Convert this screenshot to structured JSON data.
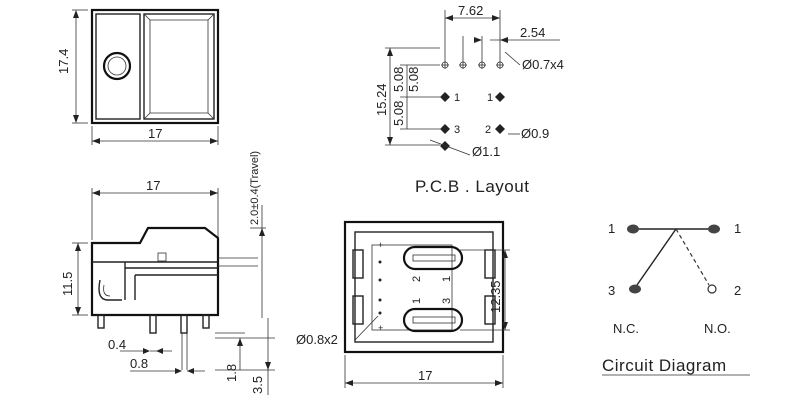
{
  "top_view": {
    "dim_height": "17.4",
    "dim_width": "17"
  },
  "side_view": {
    "dim_width": "17",
    "dim_height": "11.5",
    "dim_travel": "2.0±0.4(Travel)",
    "dim_04": "0.4",
    "dim_08": "0.8",
    "dim_18": "1.8",
    "dim_35": "3.5"
  },
  "pcb_layout": {
    "title": "P.C.B . Layout",
    "dim_762": "7.62",
    "dim_254": "2.54",
    "dim_hole4": "Ø0.7x4",
    "dim_1524": "15.24",
    "dim_508a": "5.08",
    "dim_508b": "5.08",
    "dim_508c": "5.08",
    "dim_09": "Ø0.9",
    "dim_11": "Ø1.1",
    "pin1": "1",
    "pin1b": "1",
    "pin3": "3",
    "pin2": "2"
  },
  "bottom_view": {
    "dim_holes": "Ø0.8x2",
    "dim_width": "17",
    "dim_height": "12.35",
    "pin2a": "2",
    "pin1a": "1",
    "pin1b": "1",
    "pin3b": "3"
  },
  "circuit": {
    "title": "Circuit Diagram",
    "l1": "1",
    "l3": "3",
    "r1": "1",
    "r2": "2",
    "nc": "N.C.",
    "no": "N.O."
  }
}
